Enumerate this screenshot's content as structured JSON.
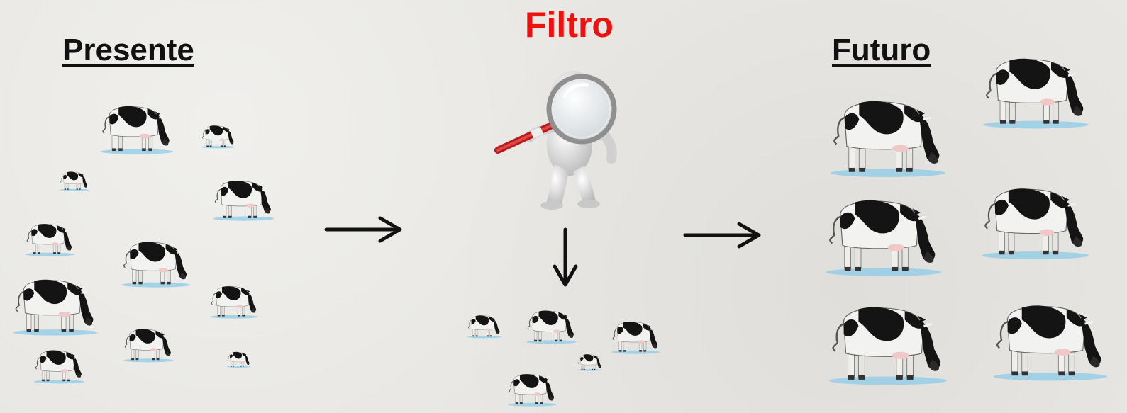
{
  "labels": {
    "present": "Presente",
    "filter": "Filtro",
    "future": "Futuro"
  },
  "colors": {
    "filter_title": "#ee1111",
    "cow_body": "#f2f2f0",
    "cow_spots": "#141414",
    "ground_shadow": "#8ccbe8",
    "arrow": "#111111",
    "figure": "#d9d9d9",
    "magnifier_handle": "#cc2222"
  },
  "icons": {
    "cow": "holstein-cow-icon",
    "inspector": "person-with-magnifying-glass-icon",
    "arrow_right": "arrow-right-icon",
    "arrow_down": "arrow-down-icon"
  }
}
